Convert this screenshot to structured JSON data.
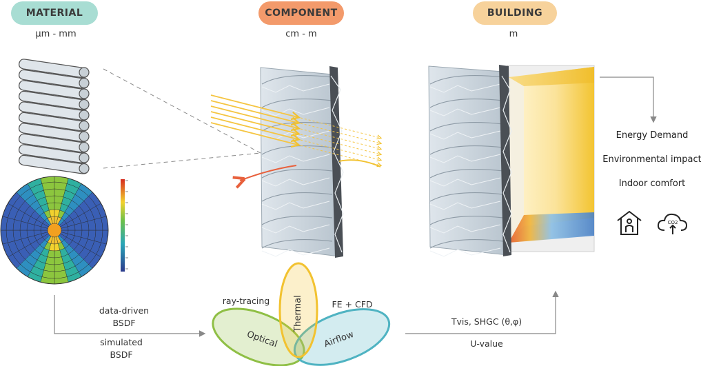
{
  "headers": {
    "material": {
      "label": "MATERIAL",
      "scale": "µm - mm",
      "color": "#a8ddd3"
    },
    "component": {
      "label": "COMPONENT",
      "scale": "cm - m",
      "color": "#f39a6b"
    },
    "building": {
      "label": "BUILDING",
      "scale": "m",
      "color": "#f7d29b"
    }
  },
  "outputs": [
    "Energy Demand",
    "Environmental impact",
    "Indoor comfort"
  ],
  "co2_label": "CO2",
  "bsdf": {
    "top_line1": "data-driven",
    "top_line2": "BSDF",
    "bottom_line1": "simulated",
    "bottom_line2": "BSDF"
  },
  "methods": {
    "optical": "Optical",
    "thermal": "Thermal",
    "airflow": "Airflow",
    "ray_tracing": "ray-tracing",
    "fe_cfd": "FE + CFD"
  },
  "properties": {
    "top": "Tvis, SHGC (θ,φ)",
    "bottom": "U-value"
  },
  "colors": {
    "optical": "#8fbf45",
    "thermal": "#f2c230",
    "airflow": "#4fb3c2",
    "facade": "#c9d4dc",
    "sun": "#f5c542",
    "heat": "#e8603c"
  }
}
